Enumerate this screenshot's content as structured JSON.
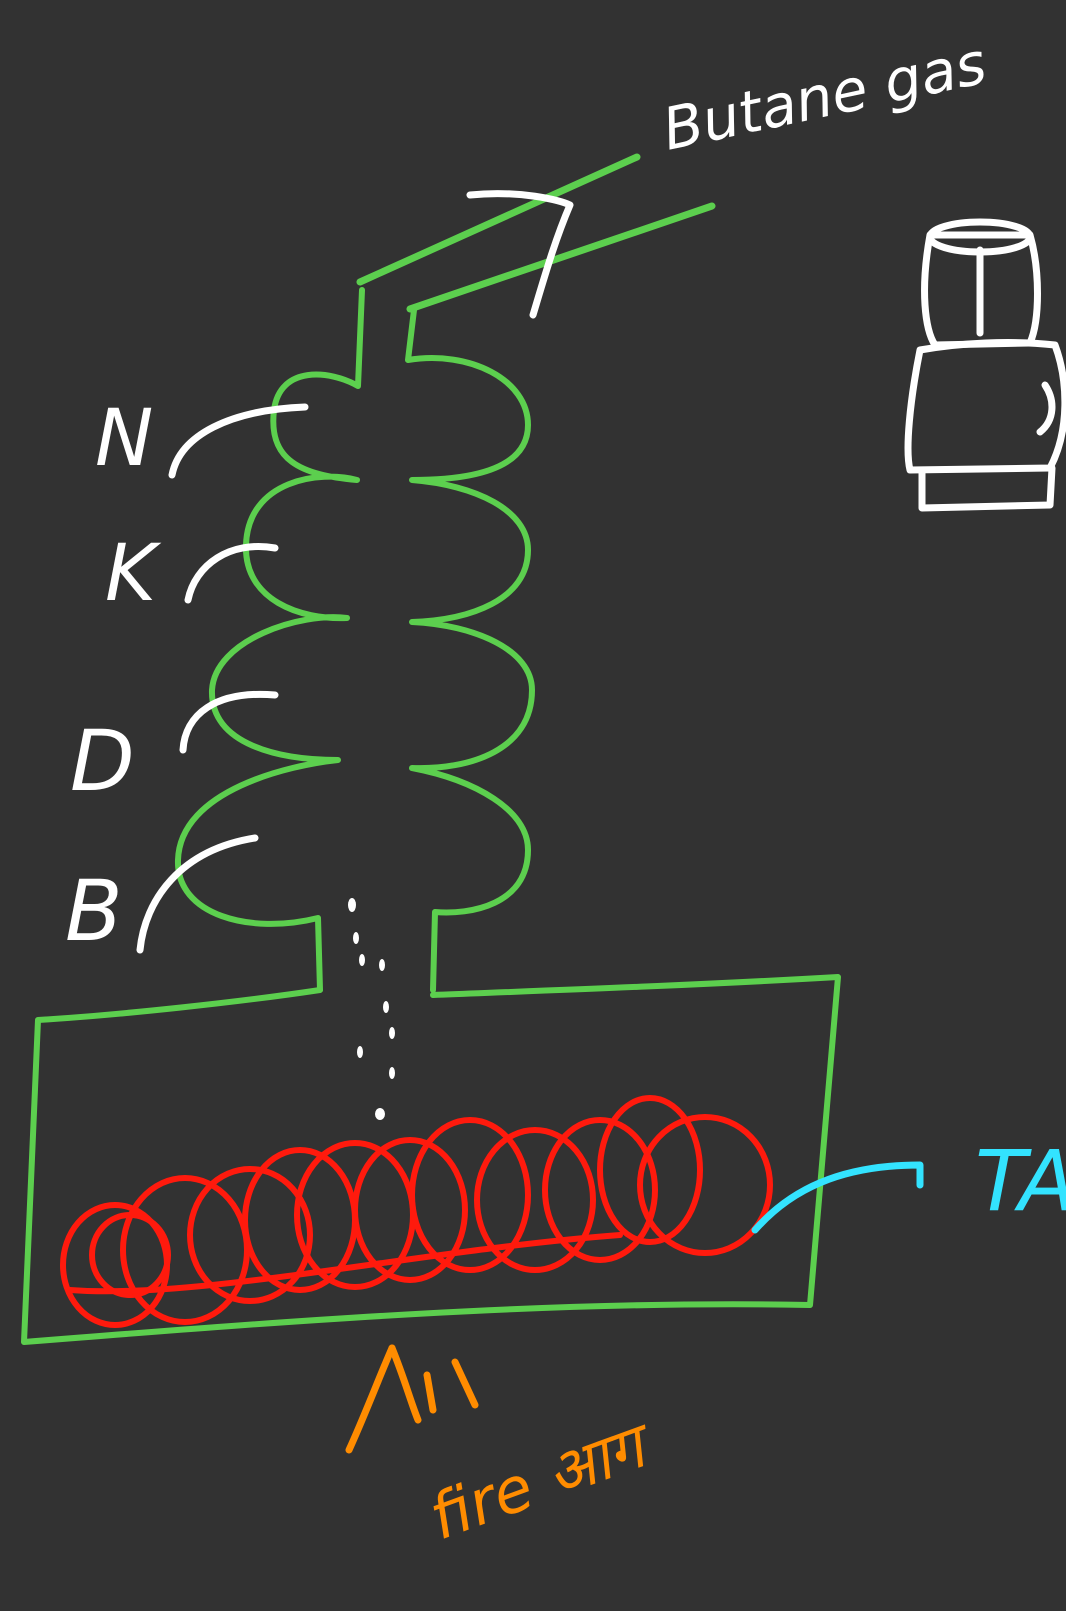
{
  "labels": {
    "butane": "Butane gas",
    "n": "N",
    "k": "K",
    "d": "D",
    "b": "B",
    "ta": "TA",
    "fire": "fire आग"
  },
  "colors": {
    "background": "#323232",
    "apparatus": "#5ccf4e",
    "annotation": "#ffffff",
    "coil": "#ff1a0d",
    "ta_pointer": "#33e3ff",
    "fire": "#ff8c00"
  },
  "icons": {
    "cylinder": "gas-cylinder-icon",
    "arrow": "arrow-icon",
    "flame": "flame-icon"
  }
}
